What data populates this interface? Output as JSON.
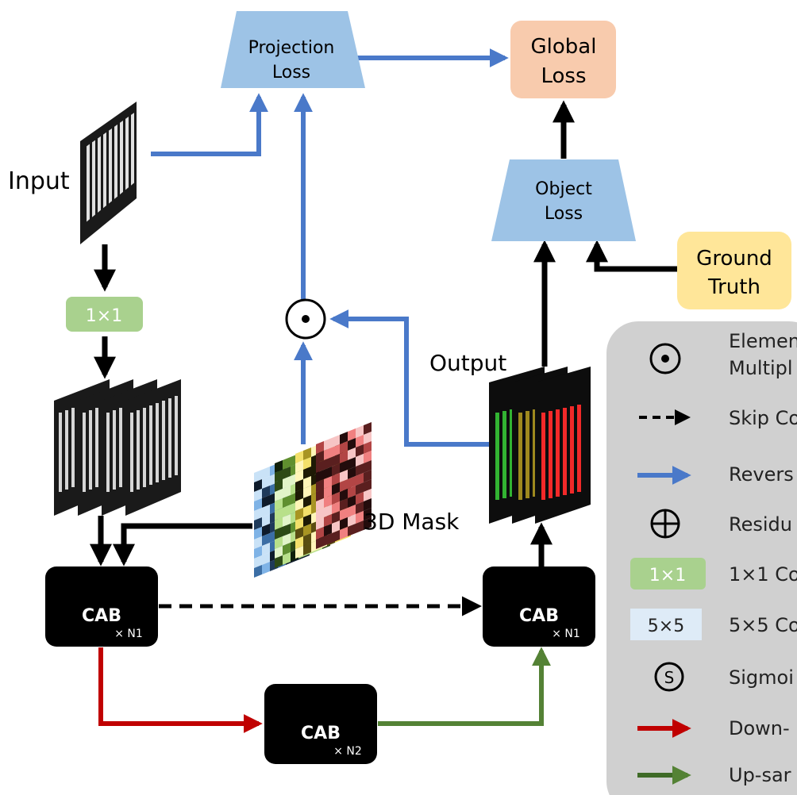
{
  "labels": {
    "input": "Input",
    "output": "Output",
    "mask": "3D Mask",
    "projection_loss_1": "Projection",
    "projection_loss_2": "Loss",
    "global_loss_1": "Global",
    "global_loss_2": "Loss",
    "object_loss_1": "Object",
    "object_loss_2": "Loss",
    "ground_truth_1": "Ground",
    "ground_truth_2": "Truth",
    "conv_1x1": "1×1"
  },
  "cab_blocks": [
    {
      "title": "CAB",
      "repeat": "× N1"
    },
    {
      "title": "CAB",
      "repeat": "× N2"
    },
    {
      "title": "CAB",
      "repeat": "× N1"
    }
  ],
  "legend": {
    "items": [
      {
        "symbol": "odot",
        "text_1": "Elemen",
        "text_2": "Multipl"
      },
      {
        "symbol": "dashed-arrow",
        "text": "Skip Co"
      },
      {
        "symbol": "blue-arrow",
        "text": "Revers"
      },
      {
        "symbol": "oplus",
        "text": "Residu"
      },
      {
        "symbol": "box-1x1",
        "box_label": "1×1",
        "text": "1×1 Co"
      },
      {
        "symbol": "box-5x5",
        "box_label": "5×5",
        "text": "5×5 Co"
      },
      {
        "symbol": "sigmoid",
        "box_label": "S",
        "text": "Sigmoi"
      },
      {
        "symbol": "red-arrow",
        "text": "Down-"
      },
      {
        "symbol": "green-arrow",
        "text": "Up-sar"
      }
    ]
  },
  "colors": {
    "reverse_arrow": "#4a79c9",
    "down_arrow": "#c00000",
    "up_arrow": "#548235",
    "projection_box": "#9dc3e6",
    "global_box": "#f8cbad",
    "ground_truth_box": "#ffe699",
    "conv1x1_box": "#a9d18e",
    "conv5x5_box": "#deebf7",
    "legend_bg": "#d0d0d0"
  }
}
